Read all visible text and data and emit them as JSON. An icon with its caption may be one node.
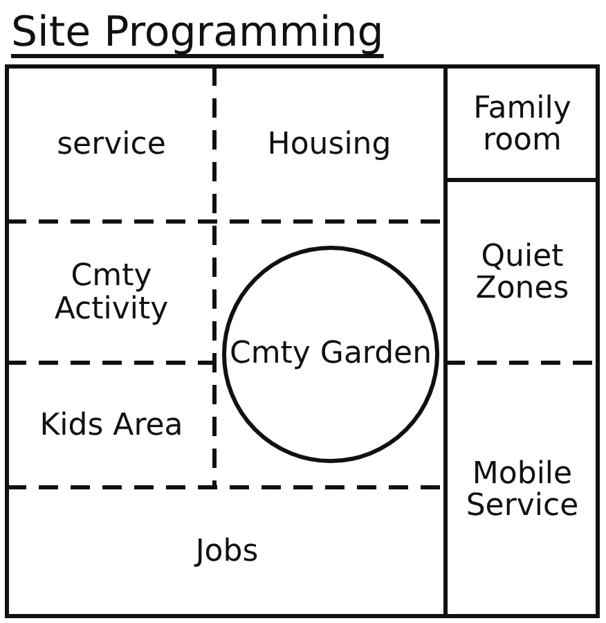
{
  "diagram": {
    "title": "Site Programming",
    "nodes": [
      {
        "text": [
          "service"
        ]
      },
      {
        "text": [
          "Housing"
        ]
      },
      {
        "text": [
          "Family room"
        ]
      },
      {
        "text": [
          "Cmty Activity"
        ]
      },
      {
        "text": [
          "Cmty Garden"
        ]
      },
      {
        "text": [
          "Quiet Zones"
        ]
      },
      {
        "text": [
          "Kids Area"
        ]
      },
      {
        "text": [
          "Mobile Service"
        ]
      },
      {
        "text": [
          "Jobs"
        ]
      }
    ]
  }
}
